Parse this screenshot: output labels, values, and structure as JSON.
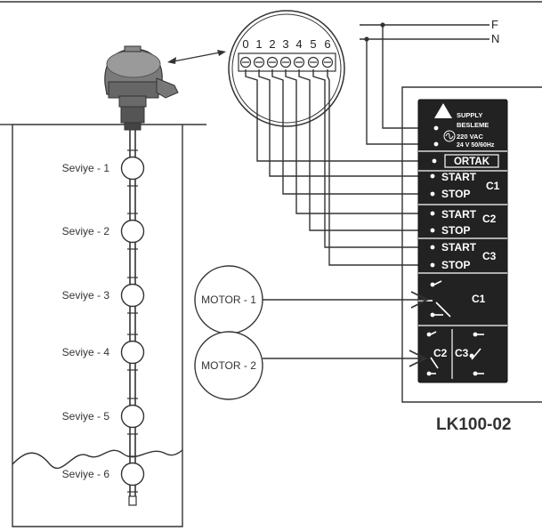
{
  "diagram": {
    "title": "LK100-02",
    "supply_lines": [
      "F",
      "N"
    ],
    "terminals": [
      "0",
      "1",
      "2",
      "3",
      "4",
      "5",
      "6"
    ],
    "levels": [
      "Seviye - 1",
      "Seviye - 2",
      "Seviye - 3",
      "Seviye - 4",
      "Seviye - 5",
      "Seviye - 6"
    ],
    "motors": [
      "MOTOR - 1",
      "MOTOR - 2"
    ],
    "panel": {
      "supply": "SUPPLY",
      "besleme": "BESLEME",
      "v220": "220 VAC",
      "v24": "24 V  50/60Hz",
      "ortak": "ORTAK",
      "start": "START",
      "stop": "STOP",
      "c1": "C1",
      "c2": "C2",
      "c3": "C3"
    }
  }
}
